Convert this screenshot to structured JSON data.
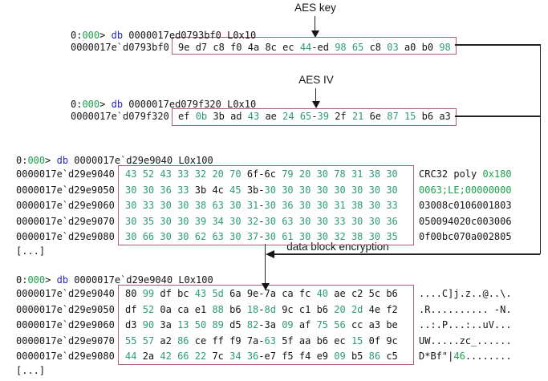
{
  "colors": {
    "byte_highlight_teal": "#2e9b78",
    "text_green": "#1fa14d",
    "command_blue": "#2626cc",
    "text_black": "#151515",
    "highlight_box": "#b05e7c",
    "connector_line": "#222222",
    "background": "#ffffff"
  },
  "annotations": [
    {
      "id": "aes-key",
      "text": "AES key"
    },
    {
      "id": "aes-iv",
      "text": "AES IV"
    },
    {
      "id": "data-block-encryption",
      "text": "data block encryption"
    }
  ],
  "sections": [
    {
      "name": "aes-key-dump",
      "command": [
        {
          "t": "0:",
          "c": "black"
        },
        {
          "t": "000",
          "c": "green"
        },
        {
          "t": "> ",
          "c": "black"
        },
        {
          "t": "db",
          "c": "blue"
        },
        {
          "t": " 0000017ed0793bf0 L0x10",
          "c": "black"
        }
      ],
      "rows": [
        {
          "address": "0000017e`d0793bf0",
          "bytes": [
            "9e",
            "d7",
            "c8",
            "f0",
            "4a",
            "8c",
            "ec",
            "44",
            "ed",
            "98",
            "65",
            "c8",
            "03",
            "a0",
            "b0",
            "98"
          ],
          "mask": "0000000101101001",
          "ascii": null
        }
      ],
      "trailer": null
    },
    {
      "name": "aes-iv-dump",
      "command": [
        {
          "t": "0:",
          "c": "black"
        },
        {
          "t": "000",
          "c": "green"
        },
        {
          "t": "> ",
          "c": "black"
        },
        {
          "t": "db",
          "c": "blue"
        },
        {
          "t": " 0000017ed079f320 L0x10",
          "c": "black"
        }
      ],
      "rows": [
        {
          "address": "0000017e`d079f320",
          "bytes": [
            "ef",
            "0b",
            "3b",
            "ad",
            "43",
            "ae",
            "24",
            "65",
            "39",
            "2f",
            "21",
            "6e",
            "87",
            "15",
            "b6",
            "a3"
          ],
          "mask": "0100101110101100",
          "ascii": null
        }
      ],
      "trailer": null
    },
    {
      "name": "plaintext-block-dump",
      "command": [
        {
          "t": "0:",
          "c": "black"
        },
        {
          "t": "000",
          "c": "green"
        },
        {
          "t": "> ",
          "c": "black"
        },
        {
          "t": "db",
          "c": "blue"
        },
        {
          "t": " 0000017e`d29e9040 L0x100",
          "c": "black"
        }
      ],
      "rows": [
        {
          "address": "0000017e`d29e9040",
          "bytes": [
            "43",
            "52",
            "43",
            "33",
            "32",
            "20",
            "70",
            "6f",
            "6c",
            "79",
            "20",
            "30",
            "78",
            "31",
            "38",
            "30"
          ],
          "mask": "1111111001111111",
          "ascii": [
            {
              "t": "CRC32 poly ",
              "c": "black"
            },
            {
              "t": "0x180",
              "c": "green"
            }
          ]
        },
        {
          "address": "0000017e`d29e9050",
          "bytes": [
            "30",
            "30",
            "36",
            "33",
            "3b",
            "4c",
            "45",
            "3b",
            "30",
            "30",
            "30",
            "30",
            "30",
            "30",
            "30",
            "30"
          ],
          "mask": "1111001011111111",
          "ascii": [
            {
              "t": "0063;LE;00000000",
              "c": "green"
            }
          ]
        },
        {
          "address": "0000017e`d29e9060",
          "bytes": [
            "30",
            "33",
            "30",
            "30",
            "38",
            "63",
            "30",
            "31",
            "30",
            "36",
            "30",
            "30",
            "31",
            "38",
            "30",
            "33"
          ],
          "mask": "1111111111111111",
          "ascii": [
            {
              "t": "03008c0106001803",
              "c": "black"
            }
          ]
        },
        {
          "address": "0000017e`d29e9070",
          "bytes": [
            "30",
            "35",
            "30",
            "30",
            "39",
            "34",
            "30",
            "32",
            "30",
            "63",
            "30",
            "30",
            "33",
            "30",
            "30",
            "36"
          ],
          "mask": "1111111111111111",
          "ascii": [
            {
              "t": "050094020c003006",
              "c": "black"
            }
          ]
        },
        {
          "address": "0000017e`d29e9080",
          "bytes": [
            "30",
            "66",
            "30",
            "30",
            "62",
            "63",
            "30",
            "37",
            "30",
            "61",
            "30",
            "30",
            "32",
            "38",
            "30",
            "35"
          ],
          "mask": "1111111111111111",
          "ascii": [
            {
              "t": "0f00bc070a002805",
              "c": "black"
            }
          ]
        }
      ],
      "trailer": "[...]"
    },
    {
      "name": "encrypted-block-dump",
      "command": [
        {
          "t": "0:",
          "c": "black"
        },
        {
          "t": "000",
          "c": "green"
        },
        {
          "t": "> ",
          "c": "black"
        },
        {
          "t": "db",
          "c": "blue"
        },
        {
          "t": " 0000017e`d29e9040 L0x100",
          "c": "black"
        }
      ],
      "rows": [
        {
          "address": "0000017e`d29e9040",
          "bytes": [
            "80",
            "99",
            "df",
            "bc",
            "43",
            "5d",
            "6a",
            "9e",
            "7a",
            "ca",
            "fc",
            "40",
            "ae",
            "c2",
            "5c",
            "b6"
          ],
          "mask": "0100110000010000",
          "ascii": [
            {
              "t": "....C]j.z..@..\\.",
              "c": "black"
            }
          ]
        },
        {
          "address": "0000017e`d29e9050",
          "bytes": [
            "df",
            "52",
            "0a",
            "ca",
            "e1",
            "88",
            "b6",
            "18",
            "8d",
            "9c",
            "c1",
            "b6",
            "20",
            "2d",
            "4e",
            "f2"
          ],
          "mask": "0100010110001100",
          "ascii": [
            {
              "t": ".R.......... -N.",
              "c": "black"
            }
          ]
        },
        {
          "address": "0000017e`d29e9060",
          "bytes": [
            "d3",
            "90",
            "3a",
            "13",
            "50",
            "89",
            "d5",
            "82",
            "3a",
            "09",
            "af",
            "75",
            "56",
            "cc",
            "a3",
            "be"
          ],
          "mask": "0101110101011000",
          "ascii": [
            {
              "t": "..:.P...:..uV...",
              "c": "black"
            }
          ]
        },
        {
          "address": "0000017e`d29e9070",
          "bytes": [
            "55",
            "57",
            "a2",
            "86",
            "ce",
            "ff",
            "f9",
            "7a",
            "63",
            "5f",
            "aa",
            "b6",
            "ec",
            "15",
            "0f",
            "9c"
          ],
          "mask": "1101000010000100",
          "ascii": [
            {
              "t": "UW.....zc_......",
              "c": "black"
            }
          ]
        },
        {
          "address": "0000017e`d29e9080",
          "bytes": [
            "44",
            "2a",
            "42",
            "66",
            "22",
            "7c",
            "34",
            "36",
            "e7",
            "f5",
            "f4",
            "e9",
            "09",
            "b5",
            "86",
            "c5"
          ],
          "mask": "1011101100001010",
          "ascii": [
            {
              "t": "D*Bf\"|",
              "c": "black"
            },
            {
              "t": "46",
              "c": "green"
            },
            {
              "t": "........",
              "c": "black"
            }
          ]
        }
      ],
      "trailer": "[...]"
    }
  ]
}
